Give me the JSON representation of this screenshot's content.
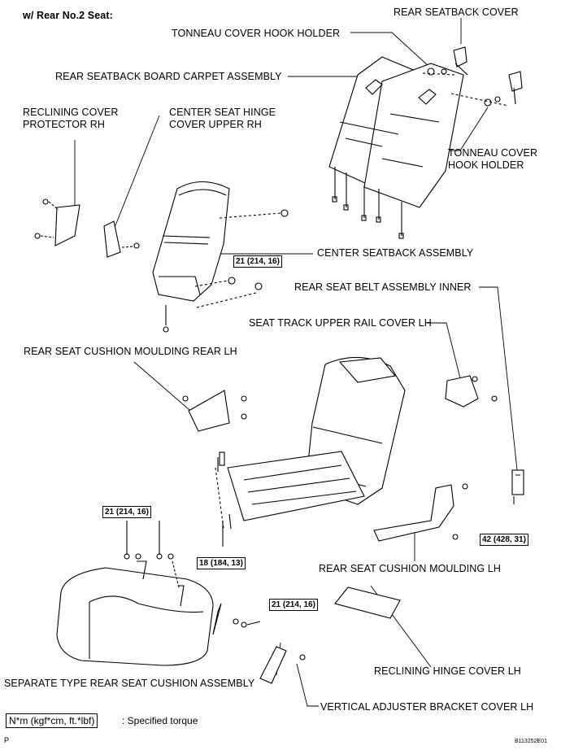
{
  "title": "w/ Rear No.2 Seat:",
  "labels": {
    "rear_seatback_cover": "REAR SEATBACK COVER",
    "tonneau_hook_holder_top": "TONNEAU COVER HOOK HOLDER",
    "rear_seatback_board": "REAR SEATBACK BOARD CARPET ASSEMBLY",
    "reclining_cover_protector": "RECLINING COVER PROTECTOR RH",
    "center_seat_hinge_cover": "CENTER SEAT HINGE COVER UPPER RH",
    "tonneau_hook_holder_right": "TONNEAU COVER HOOK HOLDER",
    "center_seatback": "CENTER SEATBACK ASSEMBLY",
    "rear_seat_belt": "REAR SEAT BELT ASSEMBLY INNER",
    "seat_track_cover": "SEAT TRACK UPPER RAIL COVER LH",
    "cushion_moulding_rear": "REAR SEAT CUSHION MOULDING REAR LH",
    "cushion_moulding_lh": "REAR SEAT CUSHION MOULDING LH",
    "reclining_hinge_cover": "RECLINING HINGE COVER LH",
    "separate_cushion": "SEPARATE TYPE REAR SEAT CUSHION ASSEMBLY",
    "vertical_adjuster": "VERTICAL ADJUSTER BRACKET COVER LH"
  },
  "torques": {
    "t1": "21 (214, 16)",
    "t2": "21 (214, 16)",
    "t3": "18 (184, 13)",
    "t4": "42 (428, 31)",
    "t5": "21 (214, 16)"
  },
  "legend": {
    "unit": "N*m (kgf*cm, ft.*lbf)",
    "text": ": Specified torque"
  },
  "footer": {
    "page_mark": "P",
    "figure_id": "B113252E01"
  }
}
